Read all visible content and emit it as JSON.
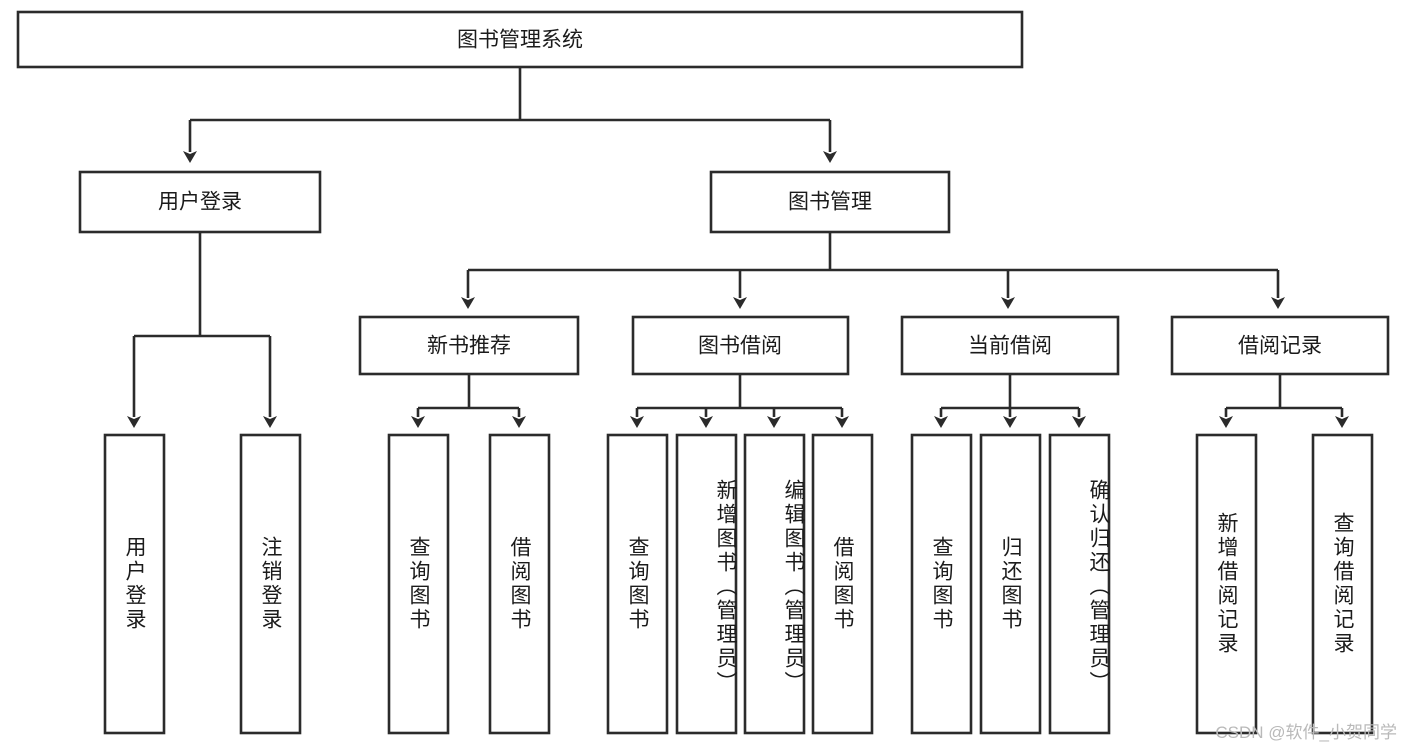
{
  "diagram": {
    "title": "图书管理系统",
    "watermark": "CSDN @软件_小贺同学",
    "accent_color": "#2b2b2b",
    "box_fill": "#ffffff",
    "nodes": {
      "root": {
        "label": "图书管理系统"
      },
      "level2": [
        {
          "id": "user-login",
          "label": "用户登录"
        },
        {
          "id": "book-manage",
          "label": "图书管理"
        }
      ],
      "level3": [
        {
          "id": "new-book-recommend",
          "label": "新书推荐"
        },
        {
          "id": "book-borrow",
          "label": "图书借阅"
        },
        {
          "id": "current-borrow",
          "label": "当前借阅"
        },
        {
          "id": "borrow-record",
          "label": "借阅记录"
        }
      ],
      "leaves": {
        "user-login": [
          {
            "id": "leaf-user-login",
            "label": "用户登录"
          },
          {
            "id": "leaf-logout-login",
            "label": "注销登录"
          }
        ],
        "new-book-recommend": [
          {
            "id": "leaf-query-book-1",
            "label": "查询图书"
          },
          {
            "id": "leaf-borrow-book-1",
            "label": "借阅图书"
          }
        ],
        "book-borrow": [
          {
            "id": "leaf-query-book-2",
            "label": "查询图书"
          },
          {
            "id": "leaf-add-book",
            "label": "新增图书（管理员）"
          },
          {
            "id": "leaf-edit-book",
            "label": "编辑图书（管理员）"
          },
          {
            "id": "leaf-borrow-book-2",
            "label": "借阅图书"
          }
        ],
        "current-borrow": [
          {
            "id": "leaf-query-book-3",
            "label": "查询图书"
          },
          {
            "id": "leaf-return-book",
            "label": "归还图书"
          },
          {
            "id": "leaf-confirm-return",
            "label": "确认归还（管理员）"
          }
        ],
        "borrow-record": [
          {
            "id": "leaf-add-record",
            "label": "新增借阅记录"
          },
          {
            "id": "leaf-query-record",
            "label": "查询借阅记录"
          }
        ]
      }
    }
  }
}
